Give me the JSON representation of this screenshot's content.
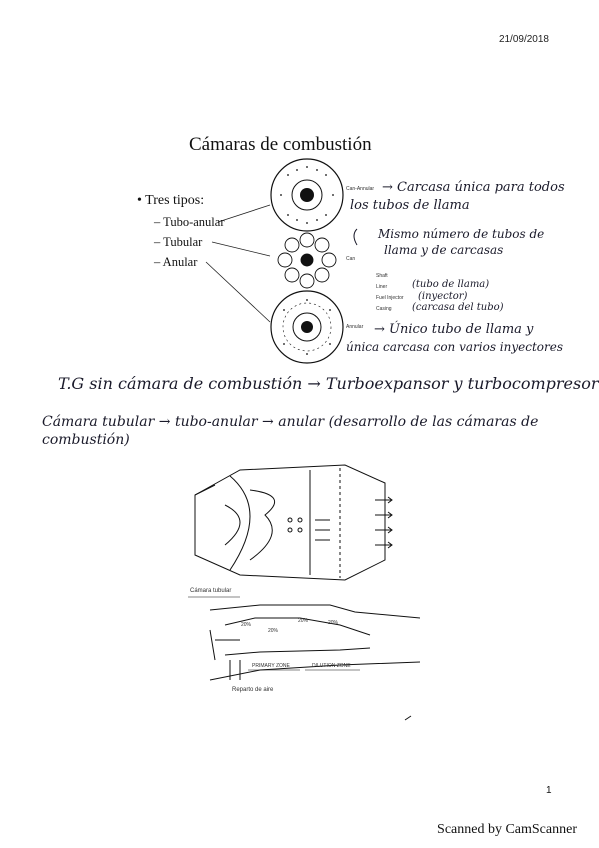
{
  "date": "21/09/2018",
  "title": "Cámaras de combustión",
  "bullet": "• Tres tipos:",
  "types": [
    "– Tubo-anular",
    "– Tubular",
    "– Anular"
  ],
  "diagram_labels": {
    "can_annular": "Can-Annular",
    "can": "Can",
    "annular": "Annular",
    "legend": [
      "Shaft",
      "Liner",
      "Fuel Injector",
      "Casing"
    ]
  },
  "notes": {
    "can_annular_1": "→ Carcasa única para todos",
    "can_annular_2": "los tubos de llama",
    "can_1": "Mismo número de tubos de",
    "can_2": "llama y de carcasas",
    "legend_1": "(tubo de llama)",
    "legend_2": "(inyector)",
    "legend_3": "(carcasa del tubo)",
    "annular_1": "→ Único tubo de llama y",
    "annular_2": "única carcasa con varios inyectores",
    "tg_line": "T.G sin cámara de combustión → Turboexpansor y turbocompresor",
    "camara_line_1": "Cámara tubular → tubo-anular → anular (desarrollo de las cámaras de",
    "camara_line_2": "combustión)"
  },
  "figure_labels": {
    "camara_tubular": "Cámara tubular",
    "pct_a": "20%",
    "pct_b": "20%",
    "pct_c": "20%",
    "pct_d": "20%",
    "zona_primaria": "PRIMARY ZONE",
    "zona_dilucion": "DILUTION ZONE",
    "reparto": "Reparto de aire"
  },
  "page_number": "1",
  "scanner": "Scanned by CamScanner"
}
